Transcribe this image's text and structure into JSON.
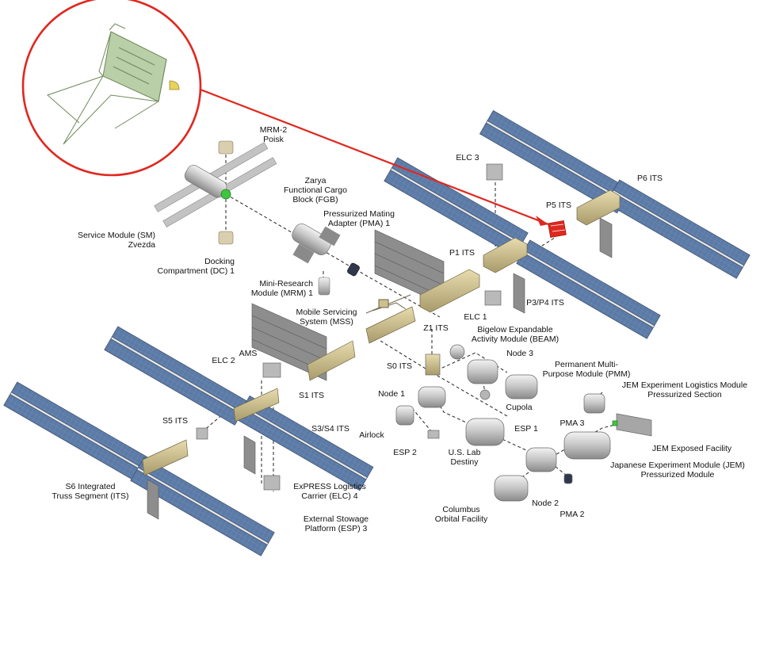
{
  "diagram": {
    "highlighted_component": "P5 ITS",
    "colors": {
      "solar_panel": "#5b7aa6",
      "solar_stripe": "#e6e6e6",
      "module_body": "#c8c8c8",
      "truss": "#cdbf8f",
      "radiator": "#808080",
      "highlight": "#d8241c",
      "inset_part": "#b9cfa7"
    },
    "labels": {
      "mrm2": "MRM-2\nPoisk",
      "service_module": "Service Module (SM)\nZvezda",
      "docking_compartment": "Docking\nCompartment (DC) 1",
      "zarya": "Zarya\nFunctional Cargo\nBlock (FGB)",
      "pma1": "Pressurized Mating\nAdapter (PMA) 1",
      "mrm1": "Mini-Research\nModule (MRM) 1",
      "mss": "Mobile Servicing\nSystem (MSS)",
      "elc3": "ELC 3",
      "p6": "P6 ITS",
      "p5": "P5 ITS",
      "p1": "P1 ITS",
      "p3p4": "P3/P4 ITS",
      "elc1": "ELC 1",
      "z1": "Z1 ITS",
      "beam": "Bigelow Expandable\nActivity Module (BEAM)",
      "node3": "Node 3",
      "pmm": "Permanent Multi-\nPurpose Module (PMM)",
      "s0": "S0 ITS",
      "ams": "AMS",
      "elc2": "ELC 2",
      "s1": "S1 ITS",
      "node1": "Node 1",
      "cupola": "Cupola",
      "jem_elm": "JEM Experiment Logistics Module\nPressurized Section",
      "s5": "S5 ITS",
      "s3s4": "S3/S4 ITS",
      "airlock": "Airlock",
      "esp1": "ESP 1",
      "pma3": "PMA 3",
      "jem_ef": "JEM Exposed Facility",
      "esp2": "ESP 2",
      "us_lab": "U.S. Lab\nDestiny",
      "jem_pm": "Japanese Experiment Module (JEM)\nPressurized Module",
      "s6": "S6 Integrated\nTruss Segment (ITS)",
      "elc4": "ExPRESS Logistics\nCarrier (ELC) 4",
      "esp3": "External Stowage\nPlatform (ESP) 3",
      "columbus": "Columbus\nOrbital Facility",
      "node2": "Node 2",
      "pma2": "PMA 2"
    }
  }
}
